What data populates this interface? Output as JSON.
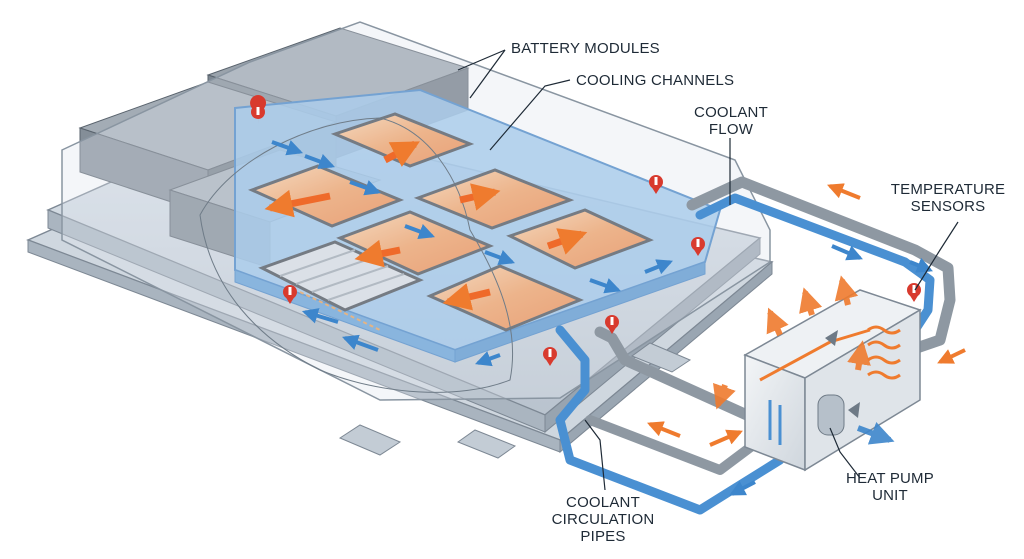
{
  "labels": {
    "battery_modules": "BATTERY MODULES",
    "cooling_channels": "COOLING CHANNELS",
    "coolant_flow": [
      "COOLANT",
      "FLOW"
    ],
    "temperature_sensors": [
      "TEMPERATURE",
      "SENSORS"
    ],
    "heat_pump_unit": [
      "HEAT PUMP",
      "UNIT"
    ],
    "coolant_circulation_pipes": [
      "COOLANT",
      "CIRCULATION",
      "PIPES"
    ]
  },
  "colors": {
    "coolant": "#4a90d2",
    "heat": "#f07a2c",
    "sensor": "#d83a2e",
    "casing": "#c9d2dc",
    "module": "#5e6873",
    "pipe": "#9aa3ad"
  },
  "icons": {
    "sensor": "thermometer-pin-icon",
    "flow_arrow": "arrow-icon",
    "heat_arrow": "heat-arrow-icon"
  }
}
